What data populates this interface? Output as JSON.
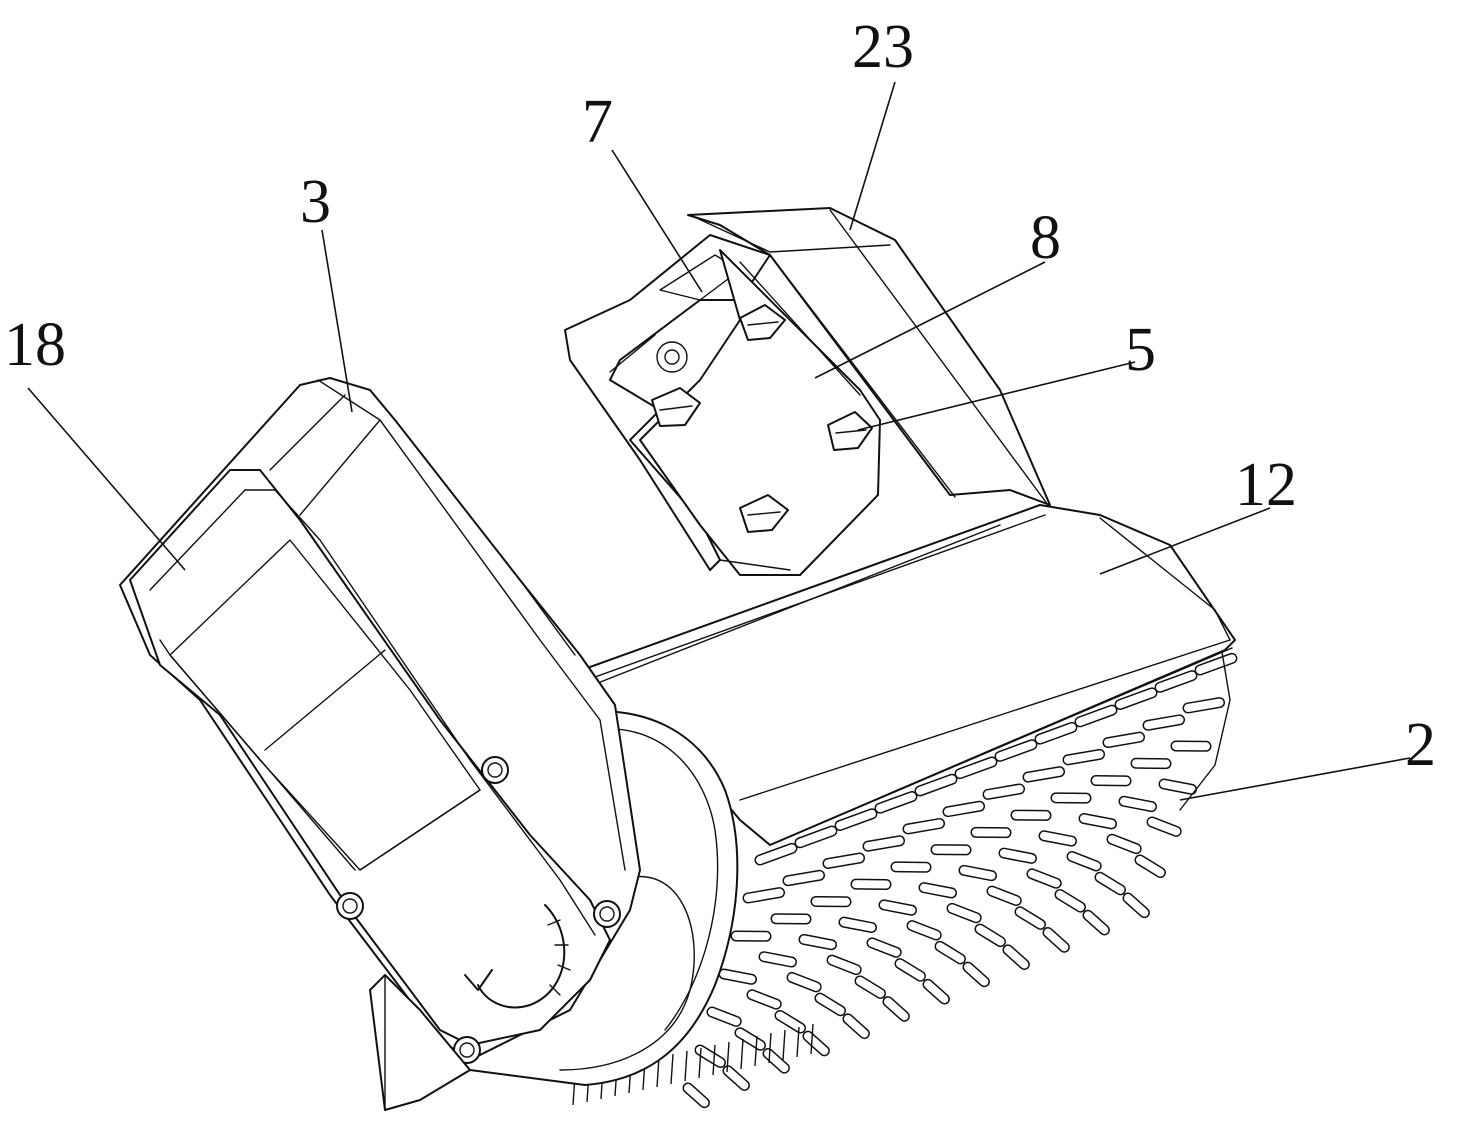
{
  "figure": {
    "labels": [
      {
        "id": "label-18",
        "text": "18"
      },
      {
        "id": "label-3",
        "text": "3"
      },
      {
        "id": "label-7",
        "text": "7"
      },
      {
        "id": "label-23",
        "text": "23"
      },
      {
        "id": "label-8",
        "text": "8"
      },
      {
        "id": "label-5",
        "text": "5"
      },
      {
        "id": "label-12",
        "text": "12"
      },
      {
        "id": "label-2",
        "text": "2"
      }
    ]
  }
}
